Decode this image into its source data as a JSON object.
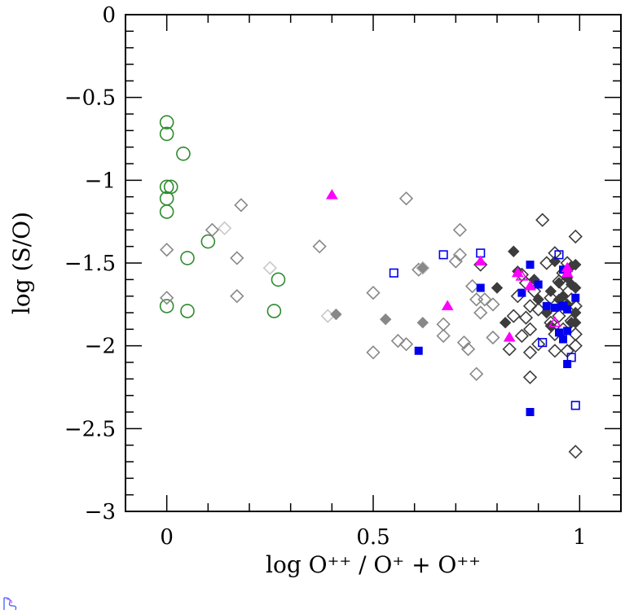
{
  "chart_data": {
    "type": "scatter",
    "title": "",
    "xlabel": "log O⁺⁺ / O⁺ + O⁺⁺",
    "ylabel": "log (S/O)",
    "xlim": [
      -0.1,
      1.1
    ],
    "ylim": [
      -3,
      0
    ],
    "xticks": [
      {
        "v": 0,
        "label": "0"
      },
      {
        "v": 0.5,
        "label": "0.5"
      },
      {
        "v": 1,
        "label": "1"
      }
    ],
    "yticks": [
      {
        "v": 0,
        "label": "0"
      },
      {
        "v": -0.5,
        "label": "−0.5"
      },
      {
        "v": -1,
        "label": "−1"
      },
      {
        "v": -1.5,
        "label": "−1.5"
      },
      {
        "v": -2,
        "label": "−2"
      },
      {
        "v": -2.5,
        "label": "−2.5"
      },
      {
        "v": -3,
        "label": "−3"
      }
    ],
    "grid": false,
    "colors": {
      "green": "#2e8b2e",
      "magenta": "#ff00ff",
      "blue": "#0000ee",
      "dark_gray": "#3c3c3c",
      "mid_gray": "#888888",
      "light_gray": "#aaaaaa",
      "pale_gray": "#c8c8c8"
    },
    "series": [
      {
        "marker": "open-circle",
        "color": "#2e8b2e",
        "points": [
          [
            0.0,
            -0.65
          ],
          [
            0.0,
            -0.72
          ],
          [
            0.04,
            -0.84
          ],
          [
            0.0,
            -1.04
          ],
          [
            0.01,
            -1.04
          ],
          [
            0.0,
            -1.11
          ],
          [
            0.0,
            -1.19
          ],
          [
            0.1,
            -1.37
          ],
          [
            0.05,
            -1.47
          ],
          [
            0.27,
            -1.6
          ],
          [
            0.0,
            -1.76
          ],
          [
            0.05,
            -1.79
          ],
          [
            0.26,
            -1.79
          ]
        ]
      },
      {
        "marker": "open-diamond",
        "color": "#888888",
        "points": [
          [
            0.0,
            -1.42
          ],
          [
            0.0,
            -1.71
          ],
          [
            0.11,
            -1.3
          ],
          [
            0.17,
            -1.47
          ],
          [
            0.18,
            -1.15
          ],
          [
            0.17,
            -1.7
          ],
          [
            0.37,
            -1.4
          ],
          [
            0.58,
            -1.11
          ],
          [
            0.5,
            -1.68
          ],
          [
            0.5,
            -2.04
          ],
          [
            0.56,
            -1.97
          ],
          [
            0.58,
            -1.99
          ],
          [
            0.61,
            -1.54
          ],
          [
            0.67,
            -1.87
          ],
          [
            0.67,
            -1.94
          ],
          [
            0.7,
            -1.49
          ],
          [
            0.71,
            -1.3
          ],
          [
            0.71,
            -1.45
          ],
          [
            0.72,
            -1.98
          ],
          [
            0.73,
            -2.02
          ],
          [
            0.74,
            -1.64
          ],
          [
            0.75,
            -1.72
          ],
          [
            0.75,
            -2.17
          ],
          [
            0.77,
            -1.72
          ],
          [
            0.79,
            -1.75
          ],
          [
            0.76,
            -1.8
          ],
          [
            0.79,
            -1.95
          ]
        ]
      },
      {
        "marker": "open-diamond",
        "color": "#c8c8c8",
        "points": [
          [
            0.14,
            -1.29
          ],
          [
            0.25,
            -1.53
          ],
          [
            0.39,
            -1.82
          ],
          [
            0.62,
            -1.53
          ]
        ]
      },
      {
        "marker": "filled-diamond",
        "color": "#888888",
        "points": [
          [
            0.41,
            -1.81
          ],
          [
            0.53,
            -1.84
          ],
          [
            0.62,
            -1.53
          ],
          [
            0.62,
            -1.86
          ]
        ]
      },
      {
        "marker": "open-diamond",
        "color": "#3c3c3c",
        "points": [
          [
            0.76,
            -1.51
          ],
          [
            0.83,
            -2.02
          ],
          [
            0.84,
            -1.82
          ],
          [
            0.85,
            -1.7
          ],
          [
            0.86,
            -1.57
          ],
          [
            0.87,
            -1.62
          ],
          [
            0.86,
            -1.94
          ],
          [
            0.87,
            -1.83
          ],
          [
            0.88,
            -1.76
          ],
          [
            0.88,
            -1.9
          ],
          [
            0.88,
            -2.04
          ],
          [
            0.88,
            -2.19
          ],
          [
            0.89,
            -1.67
          ],
          [
            0.9,
            -1.99
          ],
          [
            0.9,
            -1.78
          ],
          [
            0.91,
            -1.24
          ],
          [
            0.92,
            -1.5
          ],
          [
            0.93,
            -1.71
          ],
          [
            0.93,
            -1.86
          ],
          [
            0.94,
            -1.93
          ],
          [
            0.94,
            -1.44
          ],
          [
            0.95,
            -1.61
          ],
          [
            0.95,
            -1.82
          ],
          [
            0.96,
            -1.56
          ],
          [
            0.96,
            -1.63
          ],
          [
            0.96,
            -1.9
          ],
          [
            0.97,
            -1.5
          ],
          [
            0.97,
            -2.03
          ],
          [
            0.98,
            -1.72
          ],
          [
            0.98,
            -1.85
          ],
          [
            0.99,
            -1.76
          ],
          [
            0.99,
            -1.93
          ],
          [
            0.99,
            -2.0
          ],
          [
            0.99,
            -1.34
          ],
          [
            0.99,
            -2.64
          ],
          [
            0.94,
            -2.03
          ]
        ]
      },
      {
        "marker": "filled-diamond",
        "color": "#3c3c3c",
        "points": [
          [
            0.8,
            -1.65
          ],
          [
            0.82,
            -1.86
          ],
          [
            0.84,
            -1.43
          ],
          [
            0.85,
            -1.55
          ],
          [
            0.89,
            -1.6
          ],
          [
            0.9,
            -1.72
          ],
          [
            0.92,
            -1.8
          ],
          [
            0.93,
            -1.67
          ],
          [
            0.94,
            -1.49
          ],
          [
            0.95,
            -1.62
          ],
          [
            0.96,
            -1.7
          ],
          [
            0.97,
            -1.59
          ],
          [
            0.97,
            -1.75
          ],
          [
            0.98,
            -1.63
          ],
          [
            0.98,
            -1.52
          ],
          [
            0.98,
            -1.86
          ],
          [
            0.99,
            -1.65
          ],
          [
            0.99,
            -1.8
          ],
          [
            0.99,
            -1.51
          ],
          [
            0.99,
            -1.86
          ],
          [
            0.93,
            -1.88
          ],
          [
            0.95,
            -1.72
          ]
        ]
      },
      {
        "marker": "filled-square",
        "color": "#0000ee",
        "points": [
          [
            0.61,
            -2.03
          ],
          [
            0.76,
            -1.65
          ],
          [
            0.86,
            -1.68
          ],
          [
            0.88,
            -1.51
          ],
          [
            0.88,
            -2.4
          ],
          [
            0.9,
            -1.63
          ],
          [
            0.92,
            -1.76
          ],
          [
            0.94,
            -1.77
          ],
          [
            0.95,
            -1.92
          ],
          [
            0.96,
            -1.54
          ],
          [
            0.96,
            -1.76
          ],
          [
            0.96,
            -1.96
          ],
          [
            0.97,
            -1.78
          ],
          [
            0.97,
            -1.91
          ],
          [
            0.97,
            -2.11
          ],
          [
            0.99,
            -1.71
          ],
          [
            0.97,
            -1.56
          ]
        ]
      },
      {
        "marker": "open-square",
        "color": "#0000ee",
        "points": [
          [
            0.55,
            -1.56
          ],
          [
            0.67,
            -1.45
          ],
          [
            0.76,
            -1.44
          ],
          [
            0.91,
            -1.98
          ],
          [
            0.95,
            -1.45
          ],
          [
            0.98,
            -2.07
          ],
          [
            0.99,
            -2.36
          ],
          [
            0.96,
            -1.76
          ]
        ]
      },
      {
        "marker": "filled-triangle",
        "color": "#ff00ff",
        "points": [
          [
            0.4,
            -1.09
          ],
          [
            0.68,
            -1.76
          ],
          [
            0.76,
            -1.49
          ],
          [
            0.83,
            -1.95
          ],
          [
            0.85,
            -1.56
          ],
          [
            0.88,
            -1.64
          ],
          [
            0.97,
            -1.56
          ],
          [
            0.97,
            -1.53
          ]
        ]
      },
      {
        "marker": "open-triangle",
        "color": "#ff00ff",
        "points": [
          [
            0.94,
            -1.86
          ],
          [
            0.86,
            -1.58
          ]
        ]
      }
    ]
  }
}
